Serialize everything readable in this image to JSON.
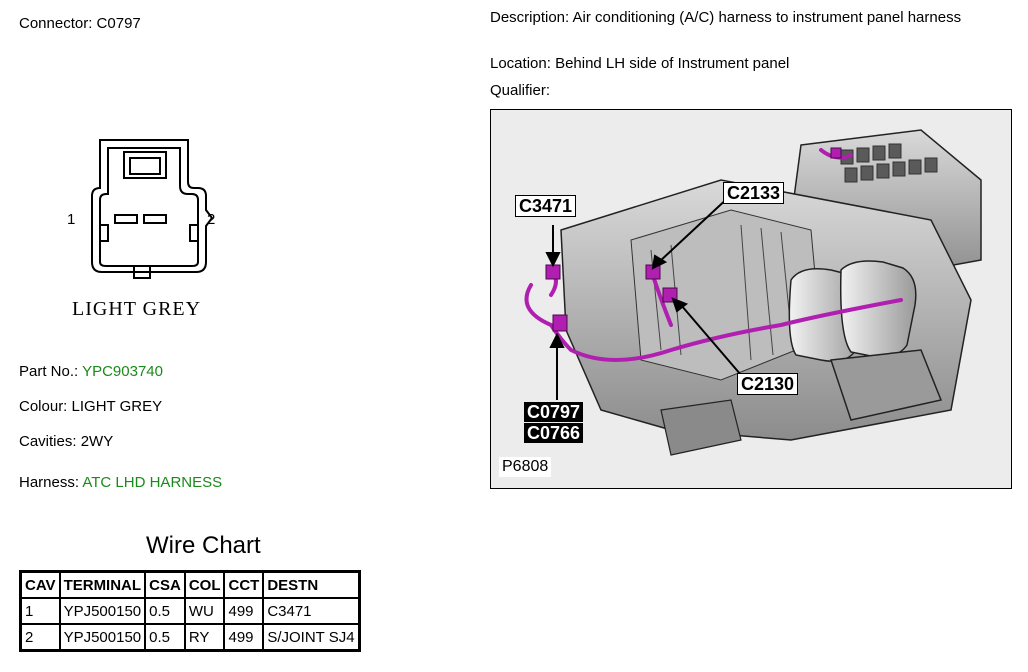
{
  "connector": {
    "label": "Connector:",
    "id": "C0797"
  },
  "pins": {
    "pin1": "1",
    "pin2": "2"
  },
  "colour_caption": "LIGHT GREY",
  "part": {
    "label": "Part No.:",
    "value": "YPC903740"
  },
  "colour": {
    "label": "Colour:",
    "value": "LIGHT GREY"
  },
  "cavities": {
    "label": "Cavities:",
    "value": "2WY"
  },
  "harness": {
    "label": "Harness:",
    "value": "ATC LHD HARNESS"
  },
  "description": {
    "label": "Description:",
    "value": "Air conditioning (A/C) harness to instrument panel harness"
  },
  "location": {
    "label": "Location:",
    "value": "Behind LH side of Instrument panel"
  },
  "qualifier": {
    "label": "Qualifier:",
    "value": ""
  },
  "photo": {
    "ref": "P6808",
    "callouts": {
      "c3471": "C3471",
      "c2133": "C2133",
      "c2130": "C2130",
      "c0797": "C0797",
      "c0766": "C0766"
    }
  },
  "wire_chart": {
    "title": "Wire Chart",
    "headers": [
      "CAV",
      "TERMINAL",
      "CSA",
      "COL",
      "CCT",
      "DESTN"
    ],
    "rows": [
      [
        "1",
        "YPJ500150",
        "0.5",
        "WU",
        "499",
        "C3471"
      ],
      [
        "2",
        "YPJ500150",
        "0.5",
        "RY",
        "499",
        "S/JOINT SJ4"
      ]
    ]
  },
  "colors": {
    "link_green": "#1a8a1a",
    "harness_purple": "#b01fb0"
  }
}
